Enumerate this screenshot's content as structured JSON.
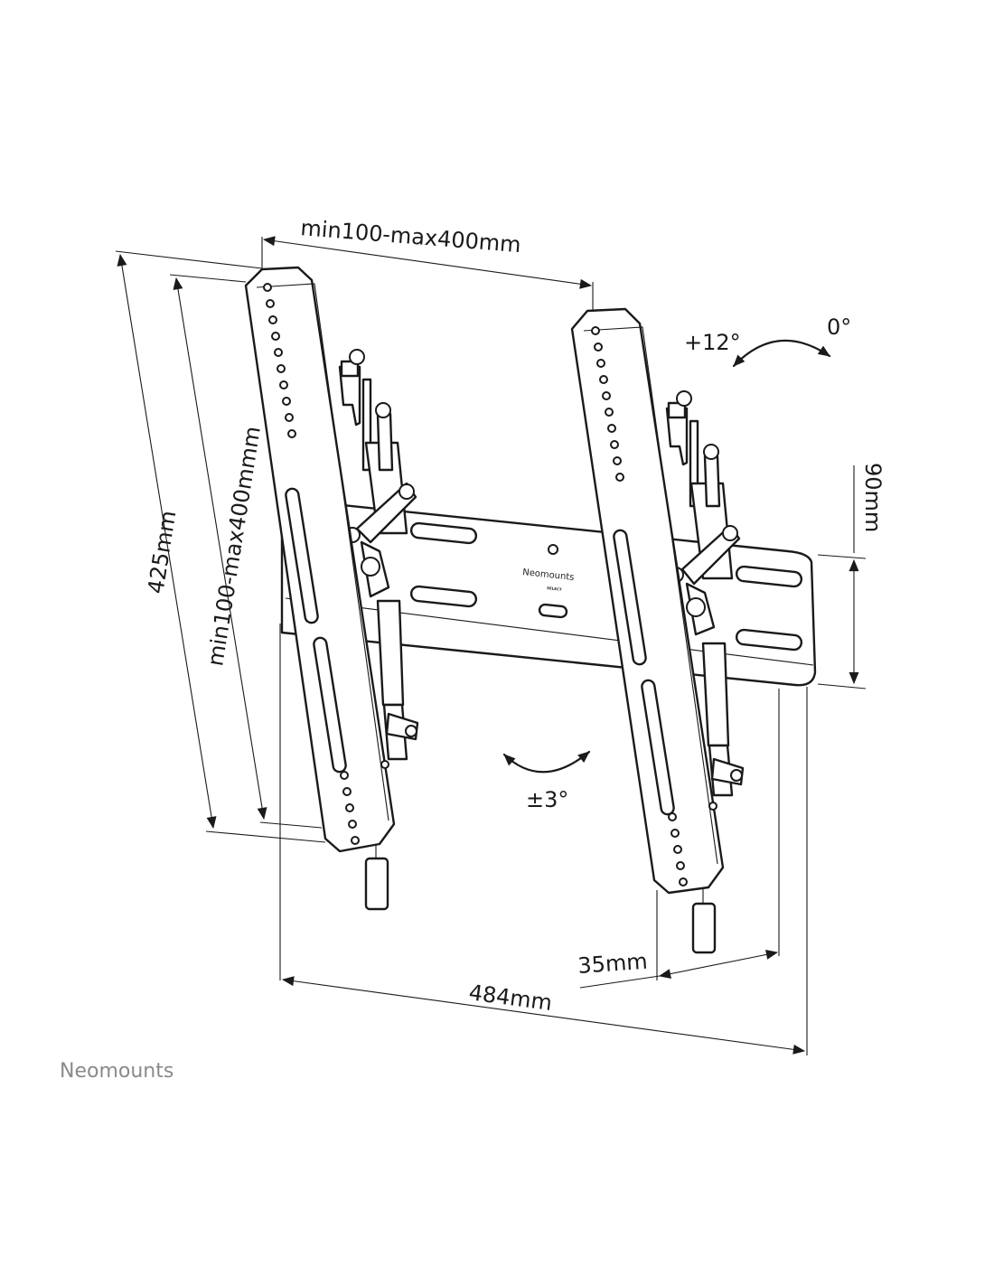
{
  "dimensions": {
    "vesa_width": "min100-max400mm",
    "vesa_height": "min100-max400mmm",
    "total_height": "425mm",
    "plate_height": "90mm",
    "wall_distance": "35mm",
    "total_width": "484mm"
  },
  "angles": {
    "tilt_forward": "+12°",
    "tilt_zero": "0°",
    "rotation": "±3°"
  },
  "plate_logo": {
    "brand": "Neomounts",
    "sub": "SELECT"
  },
  "footer_brand": "Neomounts"
}
